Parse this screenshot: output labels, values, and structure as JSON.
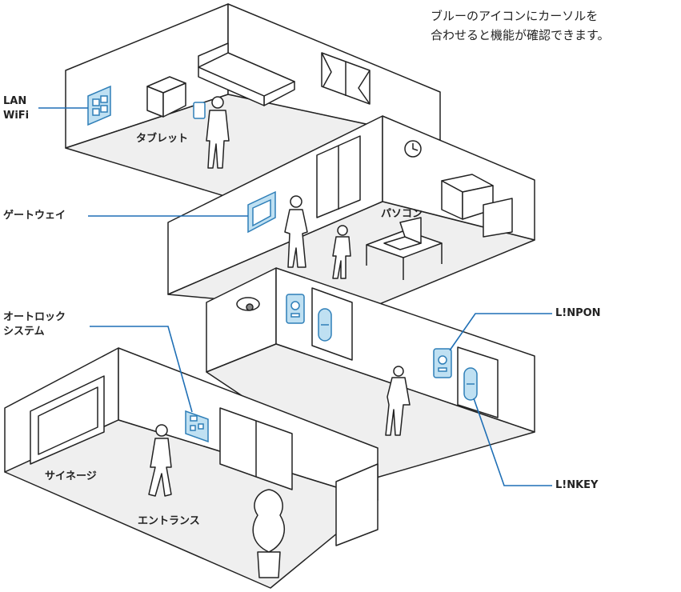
{
  "note": {
    "line1": "ブルーのアイコンにカーソルを",
    "line2": "合わせると機能が確認できます。"
  },
  "callouts": {
    "lan_wifi": {
      "line1": "LAN",
      "line2": "WiFi"
    },
    "gateway": {
      "label": "ゲートウェイ"
    },
    "autolock": {
      "line1": "オートロック",
      "line2": "システム"
    },
    "linpon": {
      "label": "L!NPON"
    },
    "linkey": {
      "label": "L!NKEY"
    }
  },
  "rooms": {
    "tablet": "タブレット",
    "pc": "パソコン",
    "signage": "サイネージ",
    "entrance": "エントランス"
  },
  "colors": {
    "accent": "#1f6fb5",
    "device_fill": "#bfe0f2",
    "device_stroke": "#2f7fb8",
    "line": "#222222",
    "wall": "#ffffff",
    "floor": "#eeeeee"
  }
}
